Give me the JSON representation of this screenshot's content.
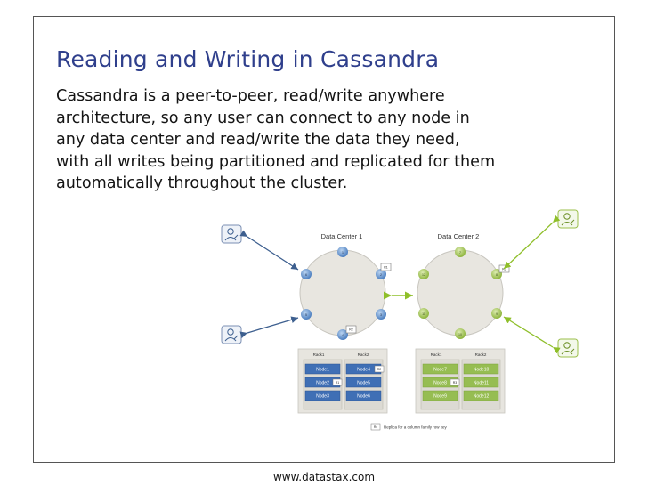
{
  "slide": {
    "title": "Reading and Writing in Cassandra",
    "body_lines": [
      "Cassandra is a peer-to-peer, read/write anywhere",
      "architecture, so any user can connect to any node in",
      "any data center and read/write the data they need,",
      "with all writes being partitioned and replicated for them",
      "automatically throughout the cluster."
    ],
    "footer": "www.datastax.com"
  },
  "diagram": {
    "dc1": {
      "title": "Data Center 1",
      "node_labels": [
        "1",
        "2",
        "3",
        "4",
        "5",
        "6"
      ],
      "replica_labels": [
        "R1",
        "R2"
      ],
      "racks": [
        {
          "name": "Rack1",
          "nodes": [
            "Node1",
            "Node2",
            "Node3"
          ]
        },
        {
          "name": "Rack2",
          "nodes": [
            "Node4",
            "Node5",
            "Node6"
          ]
        }
      ],
      "rack_replica_labels": [
        "R1",
        "R2"
      ]
    },
    "dc2": {
      "title": "Data Center 2",
      "node_labels": [
        "7",
        "8",
        "9",
        "10",
        "11",
        "12"
      ],
      "replica_labels": [
        "R3"
      ],
      "racks": [
        {
          "name": "Rack1",
          "nodes": [
            "Node7",
            "Node8",
            "Node9"
          ]
        },
        {
          "name": "Rack2",
          "nodes": [
            "Node10",
            "Node11",
            "Node12"
          ]
        }
      ],
      "rack_replica_labels": [
        "R3"
      ]
    },
    "legend": {
      "swatch": "Rx",
      "text": "Replica for a column family row key"
    },
    "colors": {
      "dc1_node": "#5b8cc8",
      "dc1_rack": "#3f6fb5",
      "dc2_node": "#9bbf4b",
      "dc2_rack": "#96bd52",
      "ring_fill": "#e8e6e0",
      "dc1_arrow": "#3d5f8f",
      "dc2_arrow": "#8fbf2a"
    }
  }
}
